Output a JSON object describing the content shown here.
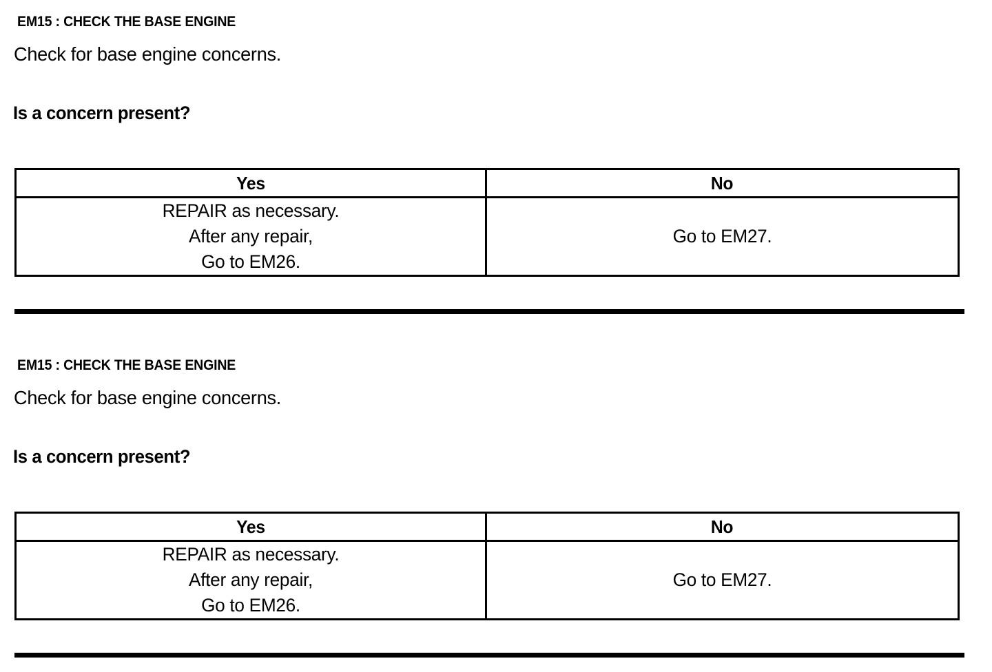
{
  "document": {
    "type": "service-manual-diagnostic-step",
    "background_color": "#ffffff",
    "text_color": "#000000"
  },
  "blocks": [
    {
      "step_heading": "EM15 : CHECK THE BASE ENGINE",
      "instruction": "Check for base engine concerns.",
      "question": "Is a concern present?",
      "table": {
        "headers": [
          "Yes",
          "No"
        ],
        "cells": [
          {
            "lines": [
              "REPAIR as necessary.",
              "After any repair,",
              "Go to EM26."
            ]
          },
          {
            "lines": [
              "Go to EM27."
            ]
          }
        ]
      }
    },
    {
      "step_heading": "EM15 : CHECK THE BASE ENGINE",
      "instruction": "Check for base engine concerns.",
      "question": "Is a concern present?",
      "table": {
        "headers": [
          "Yes",
          "No"
        ],
        "cells": [
          {
            "lines": [
              "REPAIR as necessary.",
              "After any repair,",
              "Go to EM26."
            ]
          },
          {
            "lines": [
              "Go to EM27."
            ]
          }
        ]
      }
    }
  ],
  "rules": {
    "count": 2,
    "color": "#000000"
  }
}
